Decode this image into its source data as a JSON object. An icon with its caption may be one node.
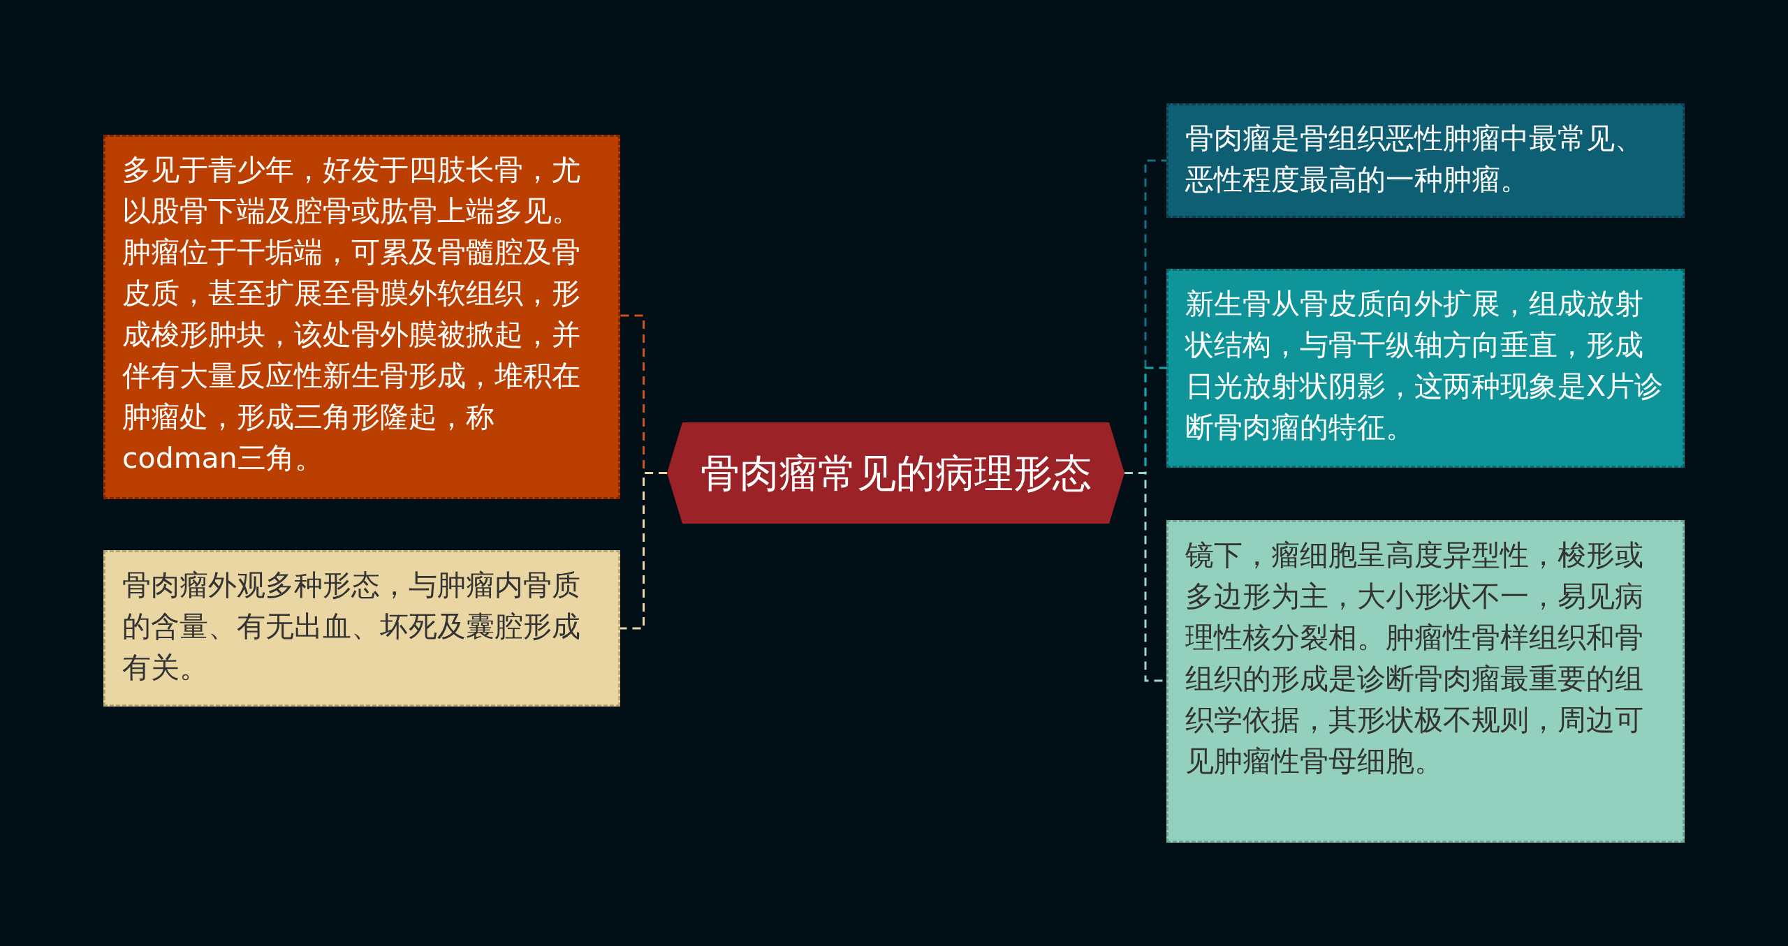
{
  "diagram": {
    "nodes": [
      {
        "text": [
          "骨肉瘤常见的病理形态"
        ]
      },
      {
        "text": [
          "多见于青少年，好发于四肢长骨，尤以股骨下端及腔骨或肱骨上端多见。肿瘤位于干垢端，可累及骨髓腔及骨皮质，甚至扩展至骨膜外软组织，形成梭形肿块，该处骨外膜被掀起，并伴有大量反应性新生骨形成，堆积在肿瘤处，形成三角形隆起，称codman三角。"
        ]
      },
      {
        "text": [
          "骨肉瘤外观多种形态，与肿瘤内骨质的含量、有无出血、坏死及囊腔形成有关。"
        ]
      },
      {
        "text": [
          "骨肉瘤是骨组织恶性肿瘤中最常见、恶性程度最高的一种肿瘤。"
        ]
      },
      {
        "text": [
          "新生骨从骨皮质向外扩展，组成放射状结构，与骨干纵轴方向垂直，形成日光放射状阴影，这两种现象是X片诊断骨肉瘤的特征。"
        ]
      },
      {
        "text": [
          "镜下，瘤细胞呈高度异型性，梭形或多边形为主，大小形状不一，易见病理性核分裂相。肿瘤性骨样组织和骨组织的形成是诊断骨肉瘤最重要的组织学依据，其形状极不规则，周边可见肿瘤性骨母细胞。"
        ]
      }
    ],
    "edges": [
      {
        "from": 0,
        "to": 1,
        "arrow": "none",
        "style": "dashed",
        "color": "#c8561c"
      },
      {
        "from": 0,
        "to": 2,
        "arrow": "none",
        "style": "dashed",
        "color": "#e9d6a3"
      },
      {
        "from": 0,
        "to": 3,
        "arrow": "none",
        "style": "dashed",
        "color": "#137184"
      },
      {
        "from": 0,
        "to": 4,
        "arrow": "none",
        "style": "dashed",
        "color": "#17a3a6"
      },
      {
        "from": 0,
        "to": 5,
        "arrow": "none",
        "style": "dashed",
        "color": "#9fd8c4"
      }
    ]
  }
}
